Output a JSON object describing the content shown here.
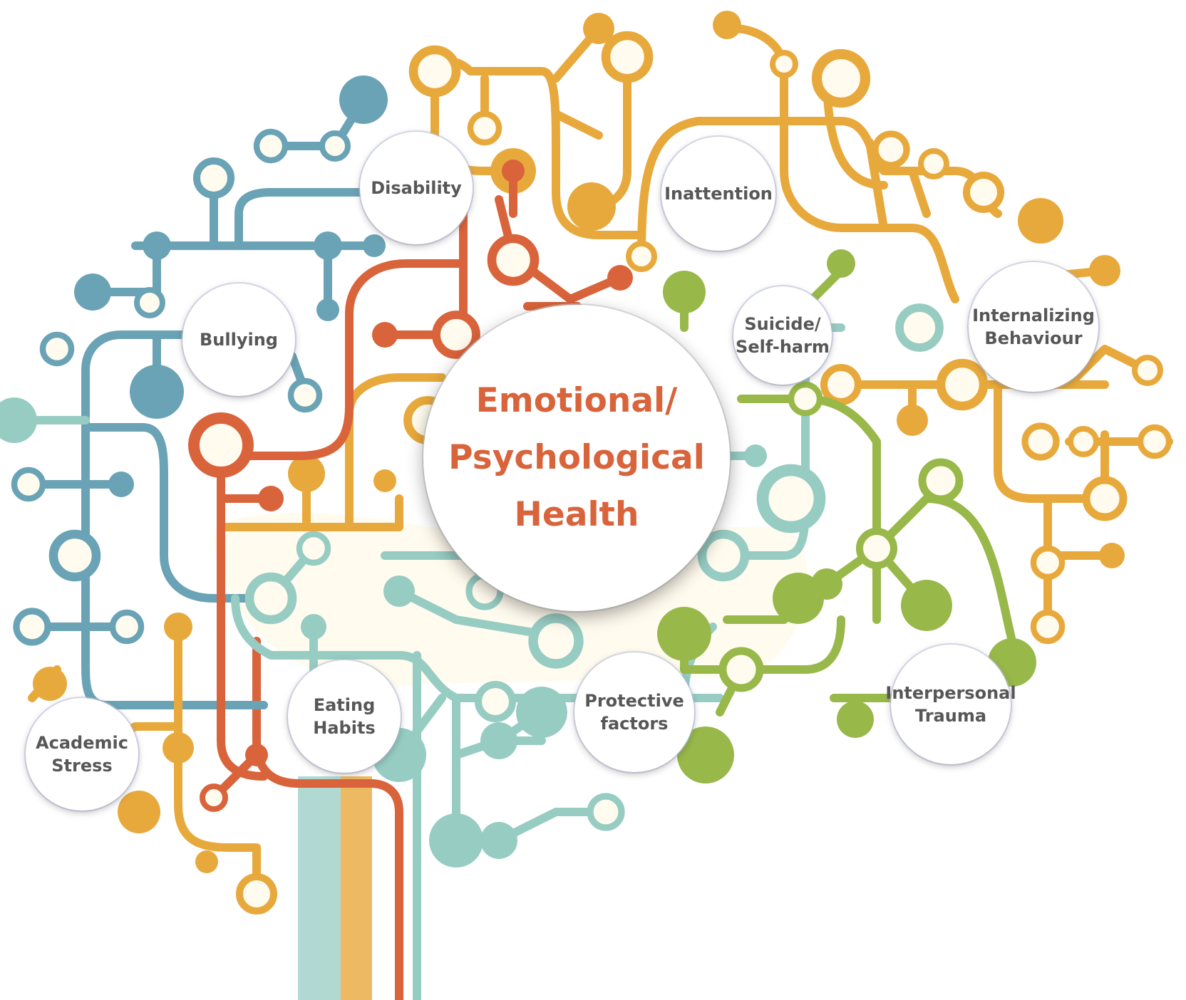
{
  "center": {
    "label": "Emotional/\nPsychological\nHealth"
  },
  "topics": [
    {
      "id": "disability",
      "label": "Disability"
    },
    {
      "id": "inattention",
      "label": "Inattention"
    },
    {
      "id": "bullying",
      "label": "Bullying"
    },
    {
      "id": "suicide",
      "label": "Suicide/\nSelf-harm"
    },
    {
      "id": "internalizing",
      "label": "Internalizing\nBehaviour"
    },
    {
      "id": "academic",
      "label": "Academic\nStress"
    },
    {
      "id": "eating",
      "label": "Eating\nHabits"
    },
    {
      "id": "protective",
      "label": "Protective\nfactors"
    },
    {
      "id": "trauma",
      "label": "Interpersonal\nTrauma"
    }
  ],
  "colors": {
    "blue": "#6aa3b5",
    "teal": "#97ccc3",
    "orange": "#e8a93c",
    "red": "#d9633b",
    "green": "#98b84a",
    "cream": "#fffbee",
    "title": "#d9633b",
    "topic_text": "#575757"
  }
}
